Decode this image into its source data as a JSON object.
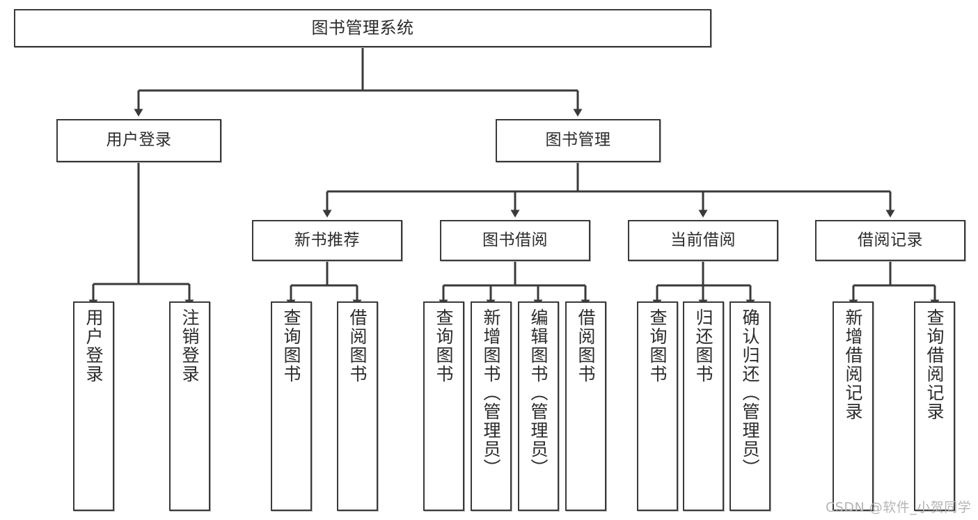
{
  "diagram": {
    "type": "tree-hierarchy",
    "title": "图书管理系统",
    "orientation": "top-down",
    "colors": {
      "box_border": "#3a3a3a",
      "box_fill": "#ffffff",
      "connector": "#3a3a3a",
      "text": "#2b2b2b",
      "watermark": "#b4b4b4"
    }
  },
  "watermark": {
    "text": "CSDN @软件_小贺同学"
  },
  "nodes": {
    "root": {
      "label": "图书管理系统"
    },
    "level2": [
      {
        "id": "user-login",
        "label": "用户登录"
      },
      {
        "id": "book-management",
        "label": "图书管理"
      }
    ],
    "level3": [
      {
        "id": "new-book-recommend",
        "label": "新书推荐"
      },
      {
        "id": "book-borrow",
        "label": "图书借阅"
      },
      {
        "id": "current-borrow",
        "label": "当前借阅"
      },
      {
        "id": "borrow-record",
        "label": "借阅记录"
      }
    ],
    "leaves": {
      "user_login": [
        {
          "id": "leaf-user-login",
          "label": "用户登录"
        },
        {
          "id": "leaf-logout-login",
          "label": "注销登录"
        }
      ],
      "new_book_recommend": [
        {
          "id": "leaf-query-book-1",
          "label": "查询图书"
        },
        {
          "id": "leaf-borrow-book-1",
          "label": "借阅图书"
        }
      ],
      "book_borrow": [
        {
          "id": "leaf-query-book-2",
          "label": "查询图书"
        },
        {
          "id": "leaf-add-book",
          "label": "新增图书（管理员）"
        },
        {
          "id": "leaf-edit-book",
          "label": "编辑图书（管理员）"
        },
        {
          "id": "leaf-borrow-book-2",
          "label": "借阅图书"
        }
      ],
      "current_borrow": [
        {
          "id": "leaf-query-book-3",
          "label": "查询图书"
        },
        {
          "id": "leaf-return-book",
          "label": "归还图书"
        },
        {
          "id": "leaf-confirm-return",
          "label": "确认归还（管理员）"
        }
      ],
      "borrow_record": [
        {
          "id": "leaf-add-record",
          "label": "新增借阅记录"
        },
        {
          "id": "leaf-query-record",
          "label": "查询借阅记录"
        }
      ]
    }
  }
}
